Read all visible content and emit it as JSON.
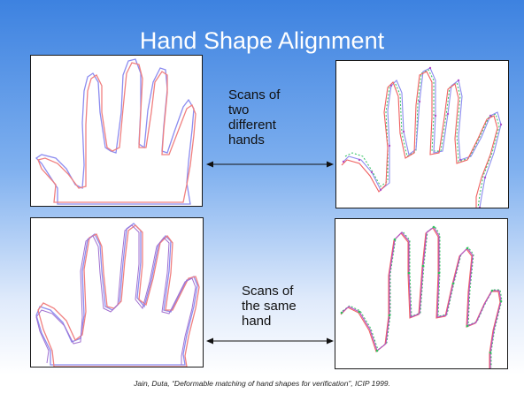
{
  "slide": {
    "title": "Hand Shape Alignment",
    "top_caption": [
      "Scans of",
      "two",
      "different",
      "hands"
    ],
    "bottom_caption": [
      "Scans of",
      "the same",
      "hand"
    ],
    "citation": "Jain, Duta, “Deformable matching of hand shapes for verification”, ICIP 1999."
  },
  "colors": {
    "background_top": "#3d82e0",
    "background_bottom": "#ffffff",
    "title_text": "#ffffff",
    "outline_blue": "#8c8cf0",
    "outline_red": "#f08080",
    "aligned_purple": "#b050c8",
    "point_green": "#30c060"
  },
  "panels": [
    {
      "name": "different-hands-before-alignment",
      "style": "outline"
    },
    {
      "name": "different-hands-after-alignment",
      "style": "points"
    },
    {
      "name": "same-hand-before-alignment",
      "style": "outline"
    },
    {
      "name": "same-hand-after-alignment",
      "style": "points"
    }
  ]
}
